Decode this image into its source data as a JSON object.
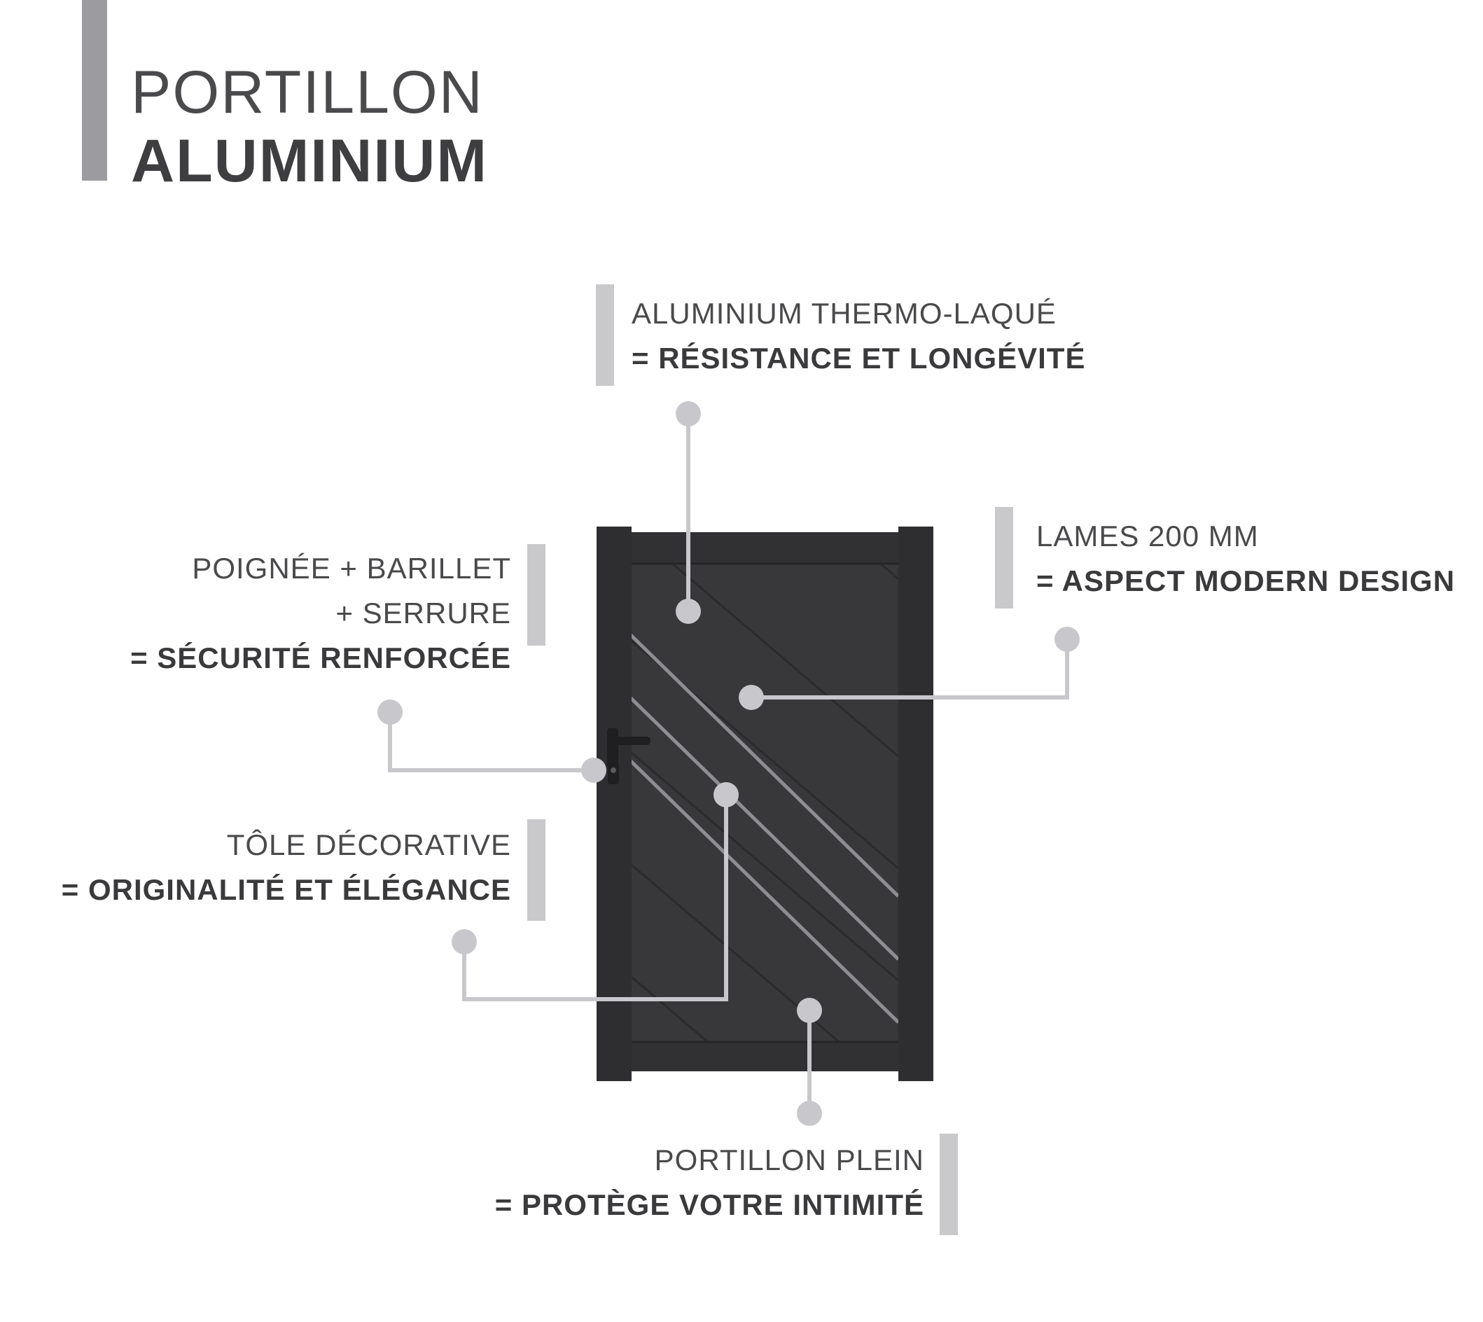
{
  "title": {
    "line1": "PORTILLON",
    "line2": "ALUMINIUM"
  },
  "callouts": {
    "aluminium": {
      "label": "ALUMINIUM THERMO-LAQUÉ",
      "benefit": "= RÉSISTANCE ET LONGÉVITÉ"
    },
    "lames": {
      "label": "LAMES 200 MM",
      "benefit": "= ASPECT MODERN DESIGN"
    },
    "poignee": {
      "label_line1": "POIGNÉE + BARILLET",
      "label_line2": "+ SERRURE",
      "benefit": "= SÉCURITÉ RENFORCÉE"
    },
    "tole": {
      "label": "TÔLE DÉCORATIVE",
      "benefit": "= ORIGINALITÉ ET ÉLÉGANCE"
    },
    "plein": {
      "label": "PORTILLON PLEIN",
      "benefit": "= PROTÈGE VOTRE INTIMITÉ"
    }
  },
  "colors": {
    "gate": "#38383a",
    "gate_frame": "#2e2e30",
    "connector": "#c8c8cc",
    "accent_bar": "#c9c9cb",
    "title_bar": "#9c9ca0"
  },
  "icons": {
    "gate": "gate-illustration",
    "handle": "door-handle-icon",
    "dot": "connector-dot"
  }
}
